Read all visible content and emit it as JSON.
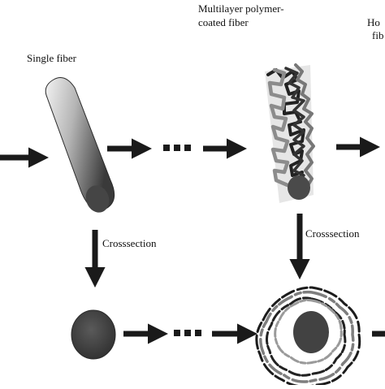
{
  "labels": {
    "single_fiber": "Single fiber",
    "multilayer_line1": "Multilayer polymer-",
    "multilayer_line2": "coated fiber",
    "crosssection_left": "Crosssection",
    "crosssection_right": "Crosssection",
    "cut_top_line1": "Ho",
    "cut_top_line2": "fib",
    "ellipsis_top": "...",
    "ellipsis_bottom": "..."
  },
  "colors": {
    "arrow": "#1a1a1a",
    "fiber_light": "#f2f2f2",
    "fiber_mid": "#9a9a9a",
    "fiber_dark": "#3a3a3a",
    "core": "#474747",
    "polymer_dark": "#222222",
    "polymer_light": "#8c8c8c"
  }
}
